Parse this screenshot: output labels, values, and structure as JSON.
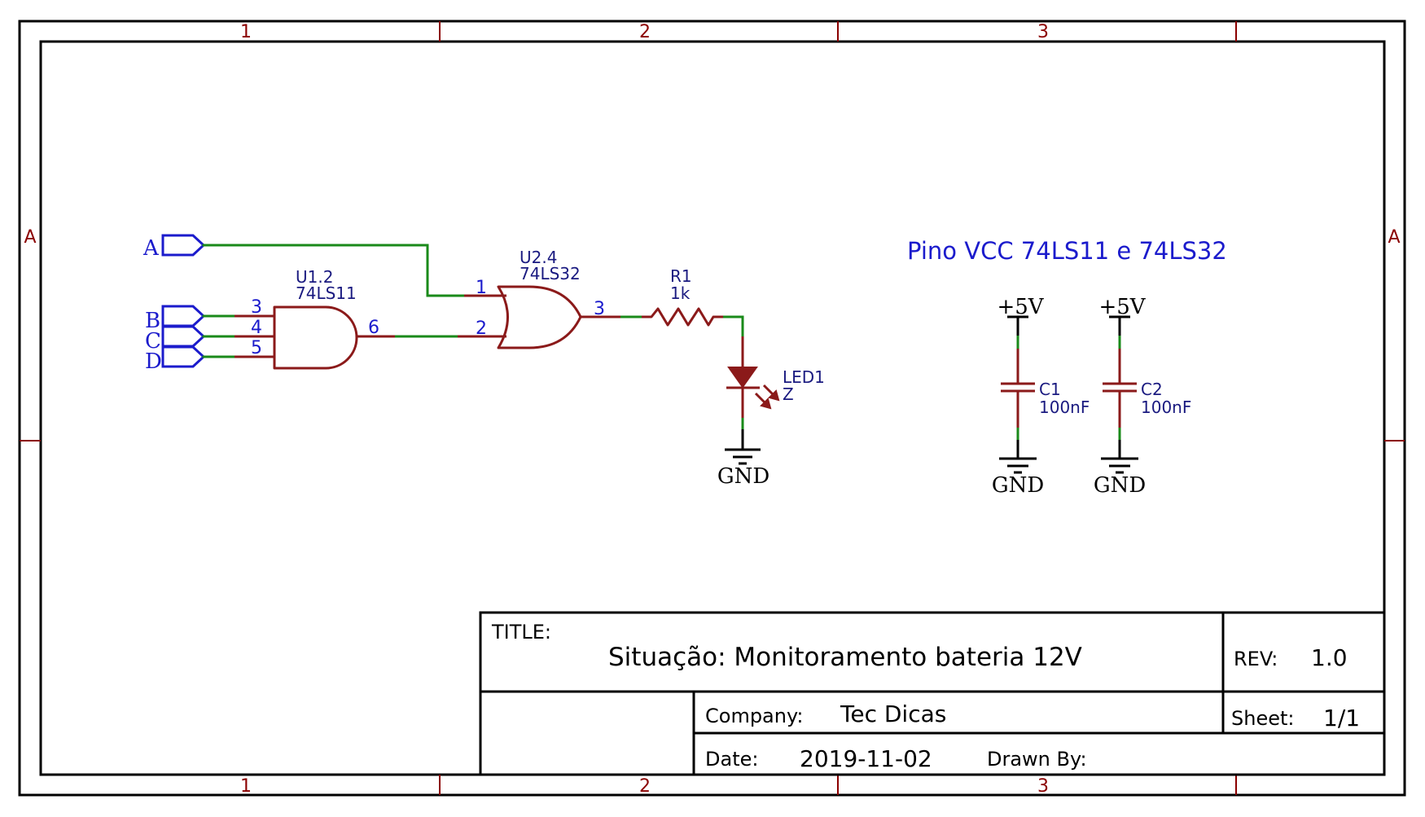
{
  "sheet": {
    "column_labels": [
      "1",
      "2",
      "3"
    ],
    "row_labels": [
      "A"
    ]
  },
  "schematic": {
    "ports": [
      {
        "name": "A"
      },
      {
        "name": "B"
      },
      {
        "name": "C"
      },
      {
        "name": "D"
      }
    ],
    "and_gate": {
      "ref": "U1.2",
      "part": "74LS11",
      "pins": [
        "3",
        "4",
        "5"
      ],
      "output_pin": "6"
    },
    "or_gate": {
      "ref": "U2.4",
      "part": "74LS32",
      "pins": [
        "1",
        "2"
      ],
      "output_pin": "3"
    },
    "resistor": {
      "ref": "R1",
      "value": "1k"
    },
    "led": {
      "ref": "LED1",
      "value": "Z"
    },
    "ground_label": "GND",
    "power_label": "+5V",
    "capacitors": [
      {
        "ref": "C1",
        "value": "100nF"
      },
      {
        "ref": "C2",
        "value": "100nF"
      }
    ],
    "note": "Pino VCC 74LS11 e 74LS32",
    "colors": {
      "wire": "#1a8a1a",
      "symbol": "#8b1a1a",
      "label": "#1b1bcc",
      "frame_marks": "#8b0000"
    }
  },
  "title_block": {
    "title_label": "TITLE:",
    "title": "Situação: Monitoramento bateria 12V",
    "rev_label": "REV:",
    "rev": "1.0",
    "company_label": "Company:",
    "company": "Tec Dicas",
    "sheet_label": "Sheet:",
    "sheet": "1/1",
    "date_label": "Date:",
    "date": "2019-11-02",
    "drawn_by_label": "Drawn By:",
    "drawn_by": ""
  }
}
